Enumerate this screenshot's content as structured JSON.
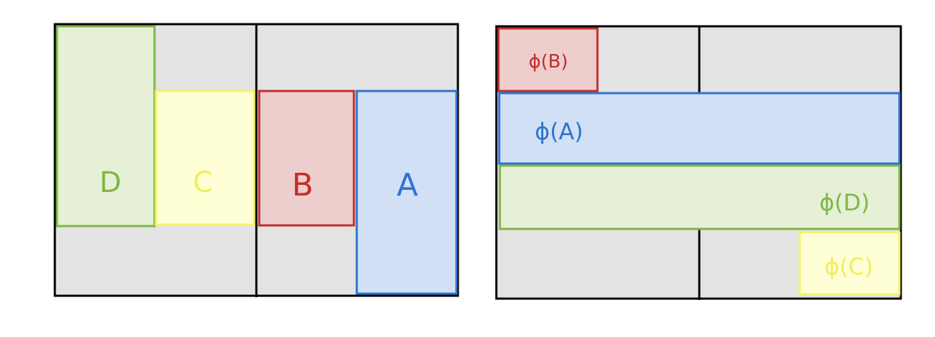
{
  "colors": {
    "background": "#ffffff",
    "panel_fill": "#e3e3e3",
    "frame_stroke": "#000000",
    "green_fill": "#e6f0d7",
    "green_stroke": "#7fb744",
    "yellow_fill": "#ffffd6",
    "yellow_stroke": "#f5f36a",
    "red_fill": "#eecdcd",
    "red_stroke": "#c0302b",
    "blue_fill": "#d1e0f4",
    "blue_stroke": "#2f73d0"
  },
  "left_panel": {
    "boxes": {
      "d": {
        "label": "D",
        "color": "green"
      },
      "c": {
        "label": "C",
        "color": "yellow"
      },
      "b": {
        "label": "B",
        "color": "red"
      },
      "a": {
        "label": "A",
        "color": "blue"
      }
    }
  },
  "right_panel": {
    "boxes": {
      "phi_b": {
        "label": "ϕ(B)",
        "color": "red"
      },
      "phi_a": {
        "label": "ϕ(A)",
        "color": "blue"
      },
      "phi_d": {
        "label": "ϕ(D)",
        "color": "green"
      },
      "phi_c": {
        "label": "ϕ(C)",
        "color": "yellow"
      }
    }
  }
}
